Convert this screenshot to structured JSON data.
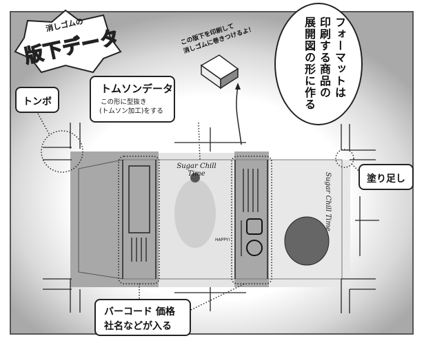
{
  "title": {
    "small": "消しゴムの",
    "main": "版下データ"
  },
  "note": {
    "line1": "この版下を印刷して",
    "line2": "消しゴムに巻きつけるよ！"
  },
  "bubble": {
    "lines": [
      "フォーマットは",
      "印刷する商品の",
      "展開図の形に作る"
    ]
  },
  "labels": {
    "tombo": "トンボ",
    "thomson_title": "トムソンデータ",
    "thomson_desc1": "この形に型抜き",
    "thomson_desc2": "(トムソン加工)をする",
    "bleed": "塗り足し",
    "barcode1": "バーコード 価格",
    "barcode2": "社名などが入る"
  },
  "artwork": {
    "brand_text": "Sugar Chill Time",
    "happy": "HAPPY!"
  },
  "colors": {
    "panel_gray": "#a8a8a8",
    "frame_gray": "#555555"
  }
}
